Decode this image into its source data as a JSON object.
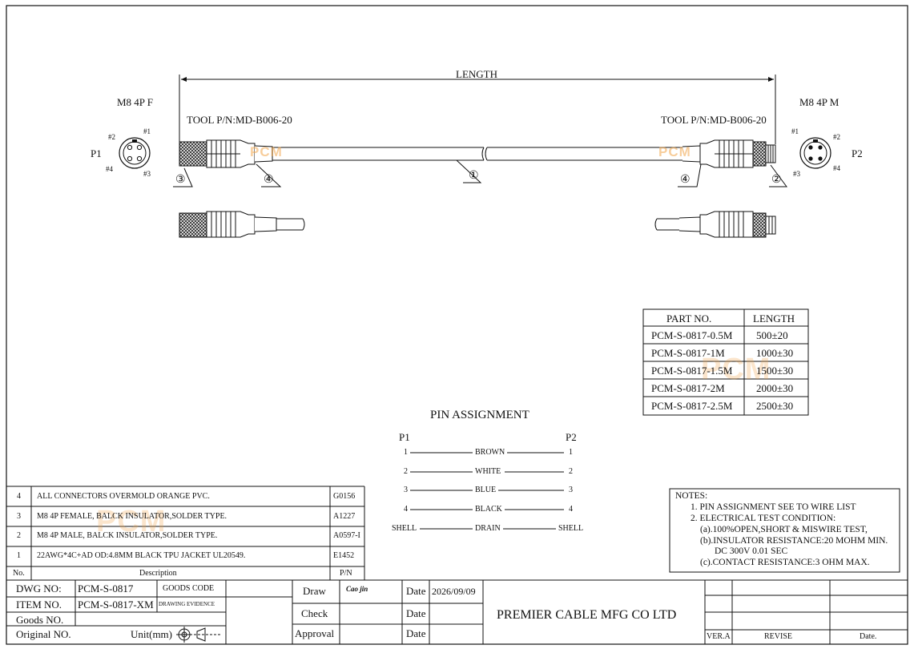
{
  "header": {
    "length_label": "LENGTH",
    "left_conn_title": "M8 4P F",
    "right_conn_title": "M8 4P M",
    "left_tool": "TOOL P/N:MD-B006-20",
    "right_tool": "TOOL P/N:MD-B006-20",
    "p1": "P1",
    "p2": "P2"
  },
  "pins": {
    "left": [
      "#1",
      "#2",
      "#3",
      "#4"
    ],
    "right": [
      "#1",
      "#2",
      "#3",
      "#4"
    ]
  },
  "callouts": [
    "①",
    "②",
    "③",
    "④",
    "④"
  ],
  "watermark": "PCM",
  "part_table": {
    "headers": [
      "PART NO.",
      "LENGTH"
    ],
    "rows": [
      [
        "PCM-S-0817-0.5M",
        "500±20"
      ],
      [
        "PCM-S-0817-1M",
        "1000±30"
      ],
      [
        "PCM-S-0817-1.5M",
        "1500±30"
      ],
      [
        "PCM-S-0817-2M",
        "2000±30"
      ],
      [
        "PCM-S-0817-2.5M",
        "2500±30"
      ]
    ]
  },
  "pin_assignment": {
    "title": "PIN   ASSIGNMENT",
    "p1": "P1",
    "p2": "P2",
    "rows": [
      {
        "left": "1",
        "wire": "BROWN",
        "right": "1"
      },
      {
        "left": "2",
        "wire": "WHITE",
        "right": "2"
      },
      {
        "left": "3",
        "wire": "BLUE",
        "right": "3"
      },
      {
        "left": "4",
        "wire": "BLACK",
        "right": "4"
      },
      {
        "left": "SHELL",
        "wire": "DRAIN",
        "right": "SHELL"
      }
    ]
  },
  "notes": {
    "title": "NOTES:",
    "lines": [
      "1.  PIN ASSIGNMENT SEE TO WIRE LIST",
      "2.  ELECTRICAL TEST CONDITION:",
      "(a).100%OPEN,SHORT & MISWIRE TEST,",
      "(b).INSULATOR RESISTANCE:20 MOHM MIN.",
      "DC 300V 0.01 SEC",
      "(c).CONTACT RESISTANCE:3 OHM MAX."
    ]
  },
  "bom": {
    "rows": [
      {
        "no": "4",
        "desc": "ALL CONNECTORS OVERMOLD ORANGE PVC.",
        "pn": "G0156"
      },
      {
        "no": "3",
        "desc": "M8 4P FEMALE, BALCK INSULATOR,SOLDER TYPE.",
        "pn": "A1227"
      },
      {
        "no": "2",
        "desc": "M8 4P MALE, BALCK INSULATOR,SOLDER TYPE.",
        "pn": "A0597-I"
      },
      {
        "no": "1",
        "desc": "22AWG*4C+AD OD:4.8MM BLACK TPU JACKET UL20549.",
        "pn": "E1452"
      }
    ],
    "header": {
      "no": "No.",
      "desc": "Description",
      "pn": "P/N"
    }
  },
  "title_block": {
    "dwg_no_label": "DWG NO:",
    "dwg_no": "PCM-S-0817",
    "goods_code_label": "GOODS CODE",
    "item_no_label": "ITEM NO.",
    "item_no": "PCM-S-0817-XM",
    "drawing_evidence_label": "DRAWING EVIDENCE",
    "goods_no_label": "Goods NO.",
    "original_no_label": "Original NO.",
    "unit_label": "Unit(mm)",
    "draw_label": "Draw",
    "draw_signature": "Cao jin",
    "check_label": "Check",
    "approval_label": "Approval",
    "date_label": "Date",
    "date_value": "2026/09/09",
    "company": "PREMIER CABLE MFG CO LTD",
    "ver_label": "VER.A",
    "revise_label": "REVISE",
    "rev_date_label": "Date."
  }
}
